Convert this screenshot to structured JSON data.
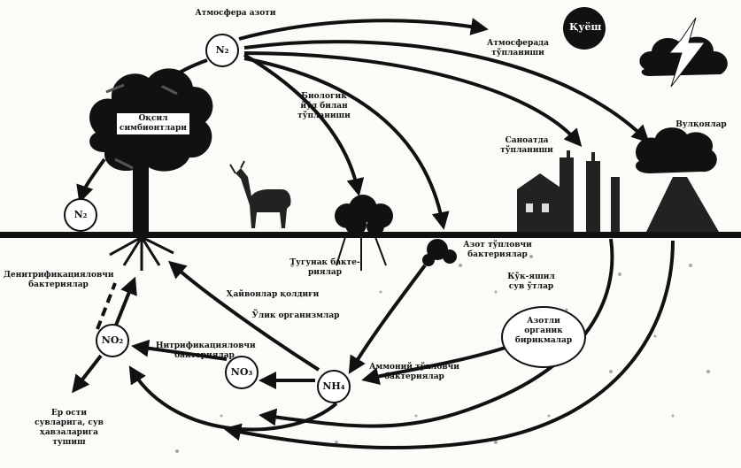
{
  "labels": {
    "atmosphere_nitrogen": "Атмосфера азоти",
    "sun": "Қуёш",
    "atmospheric_fixation": "Атмосферада\nтўпланиши",
    "volcanoes": "Вулқонлар",
    "biological_fixation": "Биологик\nйўл билан\nтўпланиши",
    "industrial_fixation": "Саноатда\nтўпланиши",
    "legume_symbionts": "Оқсил\nсимбионтлари",
    "legume_bacteria": "Тугунак бакте-\nриялар",
    "nitrogen_fixing_bacteria": "Азот тўпловчи\nбактериялар",
    "blue_green_algae": "Кўк-яшил\nсув ўтлар",
    "denitrifying_bacteria": "Денитрификацияловчи\nбактериялар",
    "animal_residues": "Ҳайвонлар қолдиғи",
    "dead_organisms": "Ўлик организмлар",
    "nitrifying_bacteria": "Нитрификацияловчи\nбактериялар",
    "decomposers": "Азотли\nорганик\nбирикмалар",
    "ammonifying_bacteria": "Аммоний тўпловчи\nбактериялар",
    "leaching": "Ер ости\nсувларига, сув\nҳавзаларига\nтушиш"
  },
  "nodes": {
    "n2_top": "N₂",
    "n2_left": "N₂",
    "no2": "NO₂",
    "no3": "NO₃",
    "nh4": "NH₄"
  }
}
